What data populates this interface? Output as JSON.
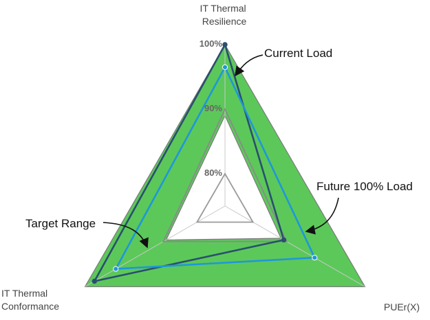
{
  "chart_data": {
    "type": "radar",
    "axes": [
      {
        "lines": [
          "IT Thermal",
          "Resilience"
        ]
      },
      {
        "lines": [
          "PUEr(X)"
        ]
      },
      {
        "lines": [
          "IT Thermal",
          "Conformance"
        ]
      }
    ],
    "scale": {
      "min": 75,
      "max": 100,
      "ticks": [
        80,
        90,
        100
      ],
      "tick_suffix": "%"
    },
    "target_range": {
      "outer": [
        100,
        100,
        100
      ],
      "inner": [
        89,
        85,
        85.5
      ]
    },
    "series": [
      {
        "values": [
          100,
          85.5,
          98.3
        ],
        "color": "#2a4f6e"
      },
      {
        "values": [
          96.5,
          91,
          94.5
        ],
        "color": "#1f97d9"
      }
    ],
    "reference_rings": [
      {
        "values": [
          90,
          86,
          86
        ],
        "color": "#8a8a8a"
      },
      {
        "values": [
          80,
          80,
          80
        ],
        "color": "#9a9a9a"
      }
    ],
    "annotations": [
      {
        "text": "Current Load"
      },
      {
        "text": "Future 100% Load"
      },
      {
        "text": "Target Range"
      }
    ],
    "colors": {
      "target_fill": "#5cc85a",
      "grid": "#c8c8c8"
    }
  }
}
